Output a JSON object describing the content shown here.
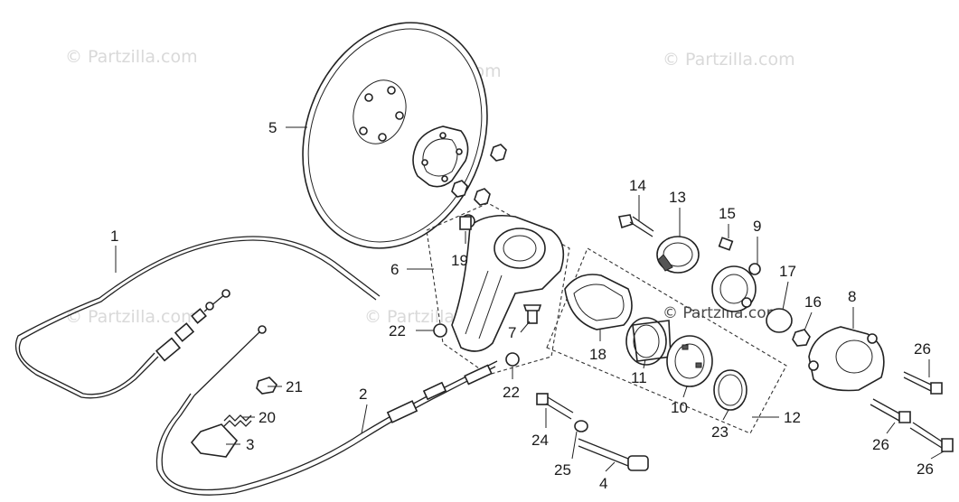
{
  "watermark": {
    "text": "© Partzilla.com"
  },
  "callouts": {
    "c1": "1",
    "c2": "2",
    "c3": "3",
    "c4": "4",
    "c5": "5",
    "c6": "6",
    "c7": "7",
    "c8": "8",
    "c9": "9",
    "c10": "10",
    "c11": "11",
    "c12": "12",
    "c13": "13",
    "c14": "14",
    "c15": "15",
    "c16": "16",
    "c17": "17",
    "c18": "18",
    "c19": "19",
    "c20": "20",
    "c21": "21",
    "c22a": "22",
    "c22b": "22",
    "c23": "23",
    "c24": "24",
    "c25": "25",
    "c26a": "26",
    "c26b": "26",
    "c26c": "26"
  }
}
